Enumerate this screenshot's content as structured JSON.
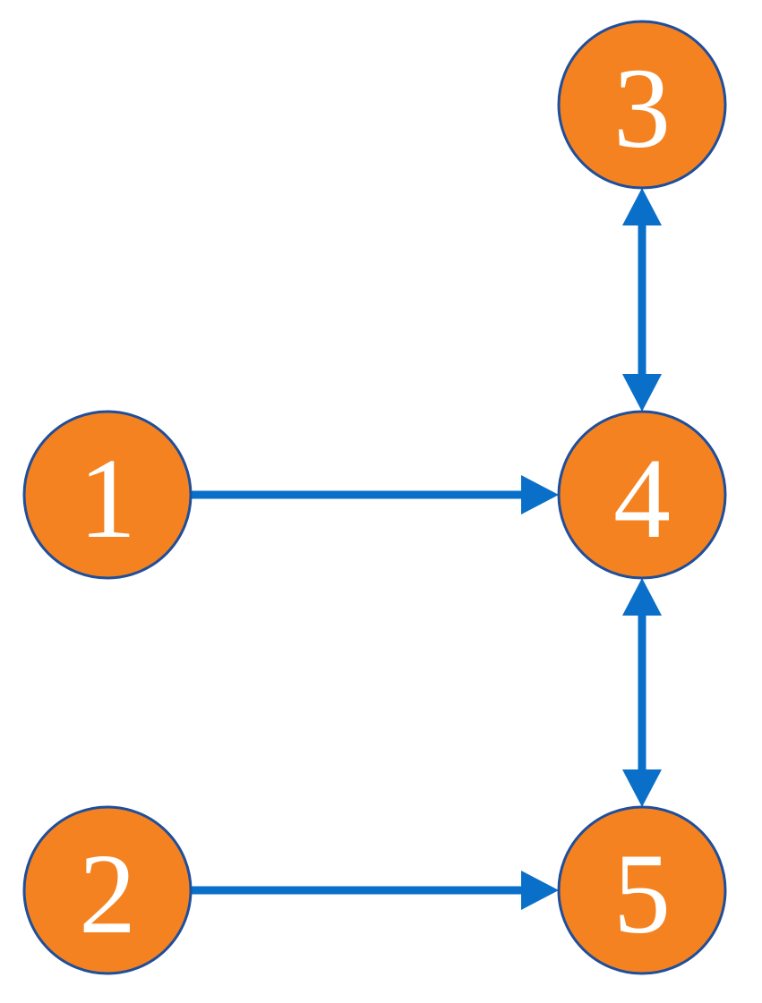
{
  "diagram": {
    "type": "directed-graph",
    "colors": {
      "node_fill": "#F58220",
      "node_stroke": "#1F4E9A",
      "label": "#FFFFFF",
      "edge": "#0A6FC9"
    },
    "nodes": [
      {
        "id": "1",
        "label": "1"
      },
      {
        "id": "2",
        "label": "2"
      },
      {
        "id": "3",
        "label": "3"
      },
      {
        "id": "4",
        "label": "4"
      },
      {
        "id": "5",
        "label": "5"
      }
    ],
    "edges": [
      {
        "from": "1",
        "to": "4",
        "direction": "forward"
      },
      {
        "from": "2",
        "to": "5",
        "direction": "forward"
      },
      {
        "from": "3",
        "to": "4",
        "direction": "both"
      },
      {
        "from": "4",
        "to": "5",
        "direction": "both"
      }
    ]
  }
}
